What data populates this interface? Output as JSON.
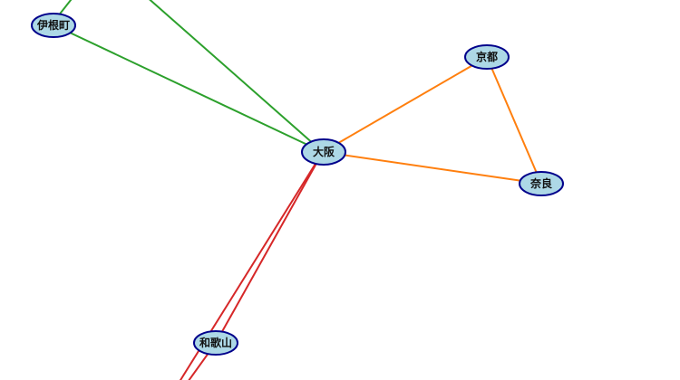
{
  "graph": {
    "nodes": [
      {
        "id": "ine",
        "label": "伊根町"
      },
      {
        "id": "osaka",
        "label": "大阪"
      },
      {
        "id": "kyoto",
        "label": "京都"
      },
      {
        "id": "nara",
        "label": "奈良"
      },
      {
        "id": "wakayama",
        "label": "和歌山"
      }
    ],
    "edges": [
      {
        "from": "ine",
        "to": "osaka",
        "color": "#2ca02c"
      },
      {
        "from": "osaka",
        "to": "kyoto",
        "color": "#ff7f0e"
      },
      {
        "from": "osaka",
        "to": "nara",
        "color": "#ff7f0e"
      },
      {
        "from": "kyoto",
        "to": "nara",
        "color": "#ff7f0e"
      },
      {
        "from": "osaka",
        "to": "wakayama",
        "color": "#d62728"
      }
    ],
    "node_fill": "#add8e6",
    "node_stroke": "#00008b"
  }
}
